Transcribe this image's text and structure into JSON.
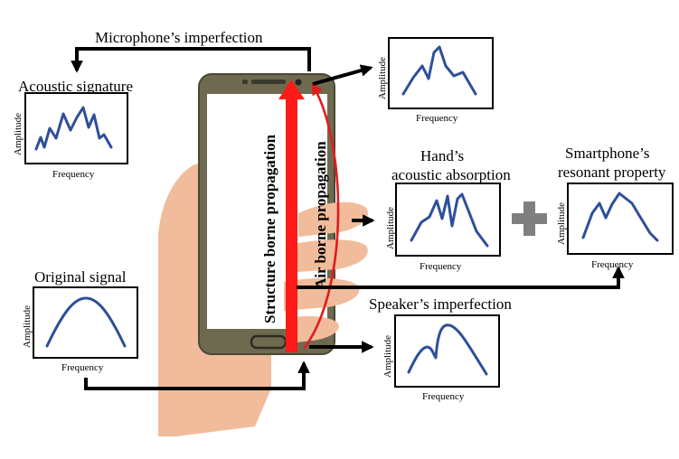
{
  "labels": {
    "microphone_imperfection": "Microphone’s imperfection",
    "acoustic_signature": "Acoustic signature",
    "hand_absorption_line1": "Hand’s",
    "hand_absorption_line2": "acoustic absorption",
    "smartphone_resonant_line1": "Smartphone’s",
    "smartphone_resonant_line2": "resonant property",
    "original_signal": "Original signal",
    "speaker_imperfection": "Speaker’s imperfection",
    "structure_borne": "Structure borne propagation",
    "air_borne": "Air borne propagation"
  },
  "axes": {
    "x": "Frequency",
    "y": "Amplitude"
  },
  "colors": {
    "curve": "#2e4f9a",
    "structure_path": "#ff1a1a",
    "air_path": "#e31b1b",
    "phone_body": "#6e6a4f",
    "hand": "#f0bc9b",
    "plus": "#7f7f7f"
  },
  "icons": {
    "combine": "plus-icon"
  }
}
